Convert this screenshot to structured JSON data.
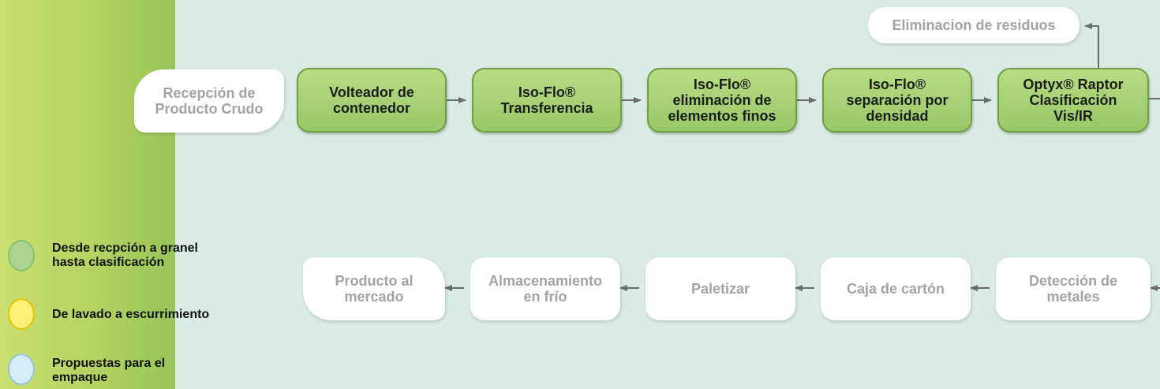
{
  "top_row": [
    {
      "id": "recepcion",
      "label": "Recepción de\nProducto Crudo",
      "style": "white-blob"
    },
    {
      "id": "volteador",
      "label": "Volteador de\ncontenedor",
      "style": "green"
    },
    {
      "id": "isoflo-transferencia",
      "label": "Iso-Flo®\nTransferencia",
      "style": "green"
    },
    {
      "id": "isoflo-finos",
      "label": "Iso-Flo®\neliminación de\nelementos finos",
      "style": "green"
    },
    {
      "id": "isoflo-densidad",
      "label": "Iso-Flo®\nseparación por\ndensidad",
      "style": "green"
    },
    {
      "id": "optyx",
      "label": "Optyx® Raptor\nClasificación\nVis/IR",
      "style": "green"
    }
  ],
  "residuos": {
    "label": "Eliminacion de residuos"
  },
  "bottom_row": [
    {
      "id": "deteccion",
      "label": "Detección de\nmetales"
    },
    {
      "id": "caja",
      "label": "Caja de cartón"
    },
    {
      "id": "paletizar",
      "label": "Paletizar"
    },
    {
      "id": "almacenamiento",
      "label": "Almacenamiento\nen frío"
    },
    {
      "id": "producto-mercado",
      "label": "Producto al\nmercado"
    }
  ],
  "legend": [
    {
      "label": "Desde recpción a granel\nhasta clasificación",
      "color": "#a9d38f",
      "border": "#8dbf73"
    },
    {
      "label": "De lavado a escurrimiento",
      "color": "#fff07a",
      "border": "#e7c400"
    },
    {
      "label": "Propuestas para el\nempaque",
      "color": "#d6ecf7",
      "border": "#8fc6e4"
    }
  ],
  "colors": {
    "background": "#d9ebe3",
    "arrow": "#6b6b6b"
  }
}
